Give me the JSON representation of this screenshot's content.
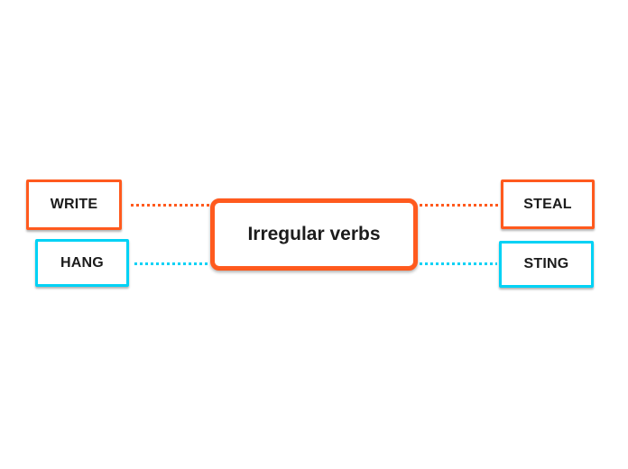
{
  "canvas": {
    "background_color": "#ffffff"
  },
  "colors": {
    "orange": "#ff5a1e",
    "cyan": "#00d2f5",
    "text": "#1c1c1c",
    "node_background": "#ffffff"
  },
  "center_node": {
    "label": "Irregular verbs",
    "border_color": "#ff5a1e"
  },
  "nodes": {
    "write": {
      "label": "WRITE",
      "border_color": "#ff5a1e",
      "position": "top-left"
    },
    "hang": {
      "label": "HANG",
      "border_color": "#00d2f5",
      "position": "bottom-left"
    },
    "steal": {
      "label": "STEAL",
      "border_color": "#ff5a1e",
      "position": "top-right"
    },
    "sting": {
      "label": "STING",
      "border_color": "#00d2f5",
      "position": "bottom-right"
    }
  },
  "connectors": [
    {
      "from": "write",
      "to": "center",
      "color": "#ff5a1e",
      "style": "dotted"
    },
    {
      "from": "hang",
      "to": "center",
      "color": "#00d2f5",
      "style": "dotted"
    },
    {
      "from": "center",
      "to": "steal",
      "color": "#ff5a1e",
      "style": "dotted"
    },
    {
      "from": "center",
      "to": "sting",
      "color": "#00d2f5",
      "style": "dotted"
    }
  ]
}
